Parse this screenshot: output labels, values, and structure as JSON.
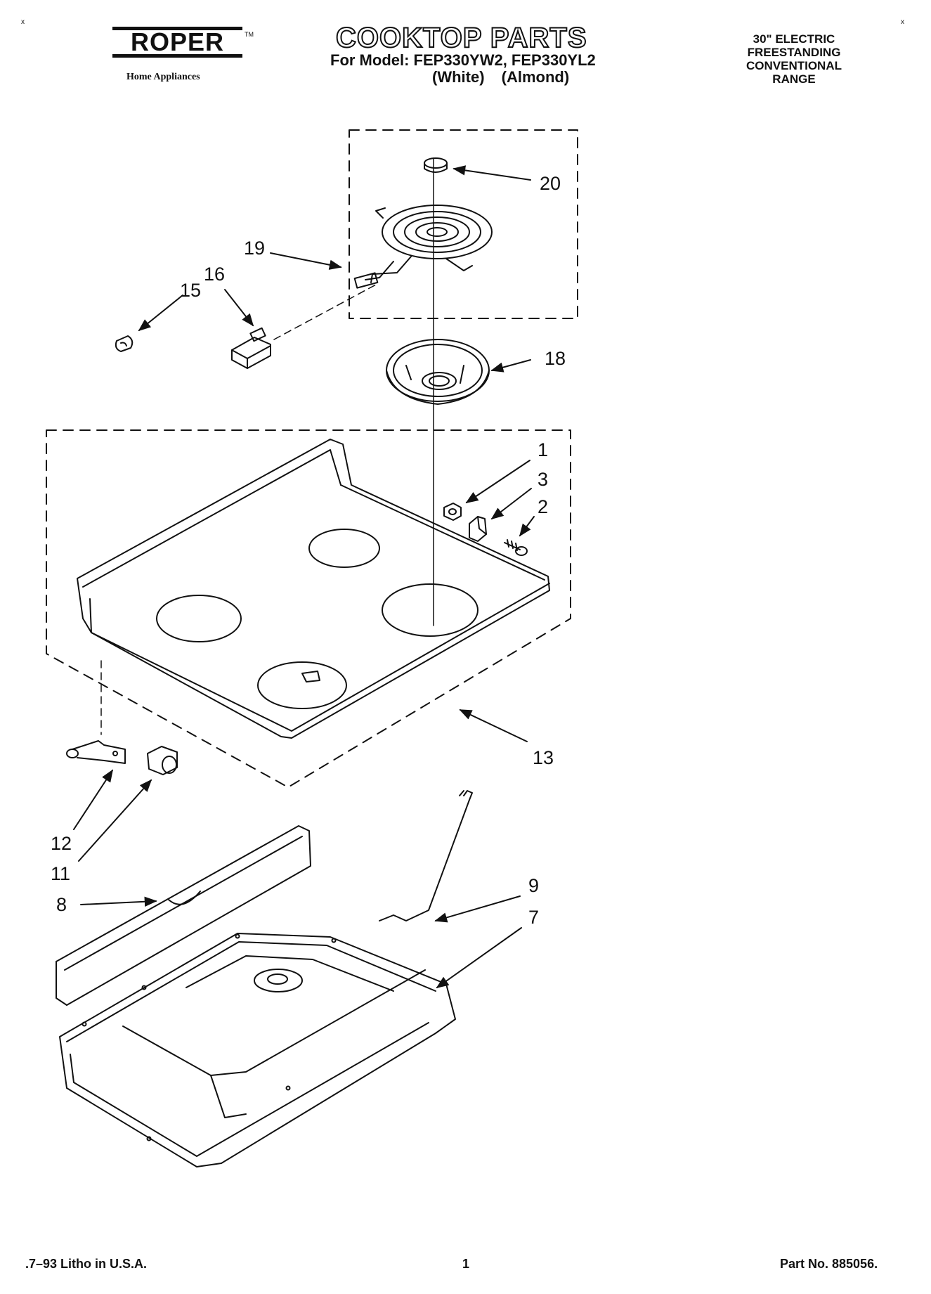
{
  "header": {
    "brand_name": "ROPER",
    "brand_tm": "TM",
    "brand_sub": "Home Appliances",
    "title": "COOKTOP PARTS",
    "model_line": "For Model: FEP330YW2, FEP330YL2",
    "variants": "(White) (Almond)",
    "description": [
      "30\" ELECTRIC",
      "FREESTANDING",
      "CONVENTIONAL",
      "RANGE"
    ]
  },
  "corner_marks": [
    "x",
    "x"
  ],
  "callouts": [
    {
      "id": "20",
      "part": "surface-element-knob-cap"
    },
    {
      "id": "19",
      "part": "surface-element"
    },
    {
      "id": "16",
      "part": "terminal-block"
    },
    {
      "id": "15",
      "part": "terminal-clip"
    },
    {
      "id": "18",
      "part": "drip-bowl"
    },
    {
      "id": "1",
      "part": "nut"
    },
    {
      "id": "3",
      "part": "bracket"
    },
    {
      "id": "2",
      "part": "screw"
    },
    {
      "id": "13",
      "part": "cooktop"
    },
    {
      "id": "12",
      "part": "cooktop-hinge"
    },
    {
      "id": "11",
      "part": "bumper"
    },
    {
      "id": "9",
      "part": "support-rod"
    },
    {
      "id": "8",
      "part": "rear-channel"
    },
    {
      "id": "7",
      "part": "burner-box"
    }
  ],
  "footer": {
    "litho": ".7–93 Litho in U.S.A.",
    "page": "1",
    "part_no": "Part No. 885056."
  }
}
